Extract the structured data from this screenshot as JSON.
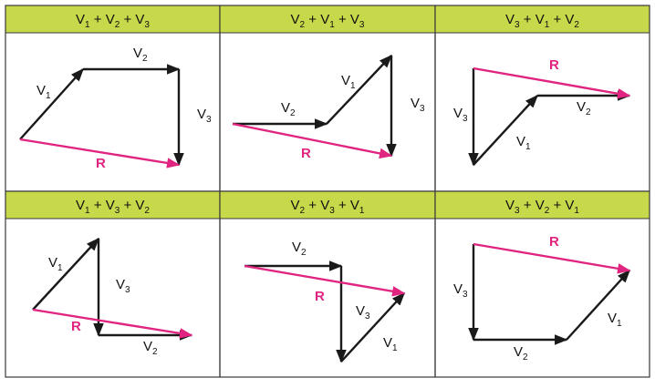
{
  "colors": {
    "header_bg": "#c7d84a",
    "border": "#3a3a3a",
    "vector": "#1a1a1a",
    "resultant": "#e0247f"
  },
  "symbols": {
    "vector_letter": "V",
    "sum_operator": "+",
    "resultant_label": "R"
  },
  "panels": [
    {
      "header": [
        {
          "base": "V",
          "sub": "1"
        },
        {
          "base": "V",
          "sub": "2"
        },
        {
          "base": "V",
          "sub": "3"
        }
      ],
      "vectors": [
        {
          "label": {
            "base": "V",
            "sub": "1"
          }
        },
        {
          "label": {
            "base": "V",
            "sub": "2"
          }
        },
        {
          "label": {
            "base": "V",
            "sub": "3"
          }
        }
      ],
      "resultant": {
        "label": "R"
      }
    },
    {
      "header": [
        {
          "base": "V",
          "sub": "2"
        },
        {
          "base": "V",
          "sub": "1"
        },
        {
          "base": "V",
          "sub": "3"
        }
      ],
      "vectors": [
        {
          "label": {
            "base": "V",
            "sub": "2"
          }
        },
        {
          "label": {
            "base": "V",
            "sub": "1"
          }
        },
        {
          "label": {
            "base": "V",
            "sub": "3"
          }
        }
      ],
      "resultant": {
        "label": "R"
      }
    },
    {
      "header": [
        {
          "base": "V",
          "sub": "3"
        },
        {
          "base": "V",
          "sub": "1"
        },
        {
          "base": "V",
          "sub": "2"
        }
      ],
      "vectors": [
        {
          "label": {
            "base": "V",
            "sub": "3"
          }
        },
        {
          "label": {
            "base": "V",
            "sub": "1"
          }
        },
        {
          "label": {
            "base": "V",
            "sub": "2"
          }
        }
      ],
      "resultant": {
        "label": "R"
      }
    },
    {
      "header": [
        {
          "base": "V",
          "sub": "1"
        },
        {
          "base": "V",
          "sub": "3"
        },
        {
          "base": "V",
          "sub": "2"
        }
      ],
      "vectors": [
        {
          "label": {
            "base": "V",
            "sub": "1"
          }
        },
        {
          "label": {
            "base": "V",
            "sub": "3"
          }
        },
        {
          "label": {
            "base": "V",
            "sub": "2"
          }
        }
      ],
      "resultant": {
        "label": "R"
      }
    },
    {
      "header": [
        {
          "base": "V",
          "sub": "2"
        },
        {
          "base": "V",
          "sub": "3"
        },
        {
          "base": "V",
          "sub": "1"
        }
      ],
      "vectors": [
        {
          "label": {
            "base": "V",
            "sub": "2"
          }
        },
        {
          "label": {
            "base": "V",
            "sub": "3"
          }
        },
        {
          "label": {
            "base": "V",
            "sub": "1"
          }
        }
      ],
      "resultant": {
        "label": "R"
      }
    },
    {
      "header": [
        {
          "base": "V",
          "sub": "3"
        },
        {
          "base": "V",
          "sub": "2"
        },
        {
          "base": "V",
          "sub": "1"
        }
      ],
      "vectors": [
        {
          "label": {
            "base": "V",
            "sub": "3"
          }
        },
        {
          "label": {
            "base": "V",
            "sub": "2"
          }
        },
        {
          "label": {
            "base": "V",
            "sub": "1"
          }
        }
      ],
      "resultant": {
        "label": "R"
      }
    }
  ]
}
